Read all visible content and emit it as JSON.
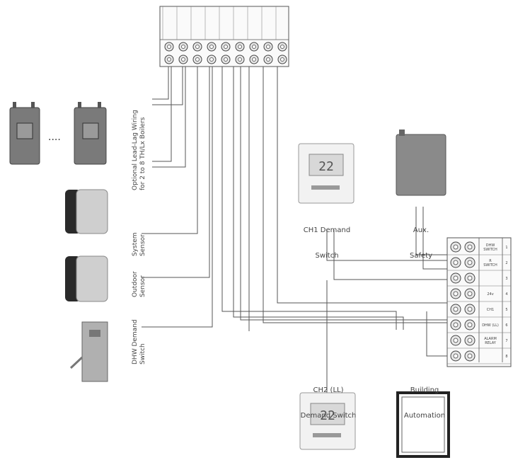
{
  "labels": {
    "optional_wiring_line1": "Optional Lead-Lag Wiring",
    "optional_wiring_line2": "for 2 to 8 TH/Lx Boilers",
    "system_sensor_line1": "System",
    "system_sensor_line2": "Sensor",
    "outdoor_sensor_line1": "Outdoor",
    "outdoor_sensor_line2": "Sensor",
    "dhw_demand_line1": "DHW Demand",
    "dhw_demand_line2": "Switch",
    "ch1_demand_line1": "CH1 Demand",
    "ch1_demand_line2": "Switch",
    "aux_safety_line1": "Aux.",
    "aux_safety_line2": "Safety",
    "ch2_demand_line1": "CH2 (LL)",
    "ch2_demand_line2": "Demand Switch",
    "building_automation_line1": "Building",
    "building_automation_line2": "Automation",
    "ellipsis": "····",
    "thermostat_display": "22"
  },
  "right_terminal_block": {
    "rows": [
      {
        "label": "DHW\nSWITCH",
        "num": "1"
      },
      {
        "label": "R\nSWITCH",
        "num": "2"
      },
      {
        "label": "",
        "num": "3"
      },
      {
        "label": "24v",
        "num": "4"
      },
      {
        "label": "CH1",
        "num": "5"
      },
      {
        "label": "DHW (LL)",
        "num": "6"
      },
      {
        "label": "ALARM\nRELAY",
        "num": "7"
      },
      {
        "label": "",
        "num": "8"
      }
    ]
  },
  "top_terminal_block": {
    "count": 9
  },
  "colors": {
    "line": "#555555",
    "terminal_fill": "#e8e8e8",
    "device_gray": "#7a7a7a",
    "device_dark": "#2a2a2a"
  }
}
